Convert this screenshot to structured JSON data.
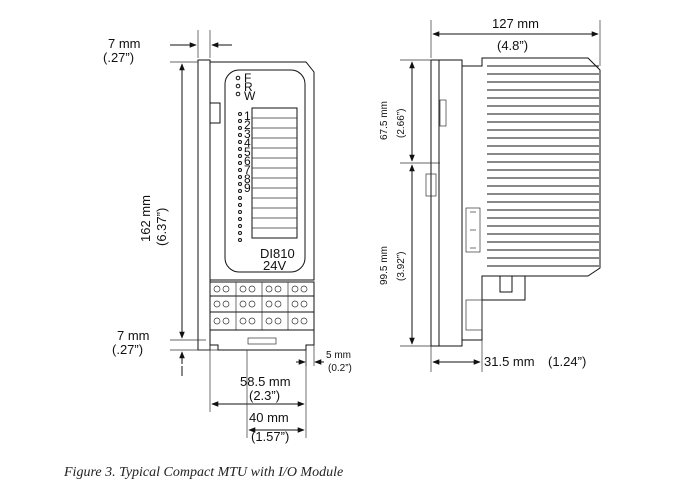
{
  "front_view": {
    "led_top": [
      "F",
      "R",
      "W"
    ],
    "led_numbers": [
      "1",
      "2",
      "3",
      "4",
      "5",
      "6",
      "7",
      "8",
      "9"
    ],
    "module_name": "DI810",
    "module_voltage": "24V",
    "dims": {
      "top_offset_mm": "7 mm",
      "top_offset_in": "(.27”)",
      "height_mm": "162 mm",
      "height_in": "(6.37”)",
      "bottom_offset_mm": "7 mm",
      "bottom_offset_in": "(.27”)",
      "base_width_mm": "58.5 mm",
      "base_width_in": "(2.3”)",
      "module_width_mm": "40 mm",
      "module_width_in": "(1.57”)",
      "foot_mm": "5 mm",
      "foot_in": "(0.2”)"
    }
  },
  "side_view": {
    "dims": {
      "depth_mm": "127 mm",
      "depth_in": "(4.8”)",
      "upper_mm": "67.5 mm",
      "upper_in": "(2.66”)",
      "lower_mm": "99.5 mm",
      "lower_in": "(3.92”)",
      "base_depth_mm": "31.5 mm",
      "base_depth_in": "(1.24”)"
    }
  },
  "caption": "Figure 3. Typical Compact MTU with I/O Module"
}
